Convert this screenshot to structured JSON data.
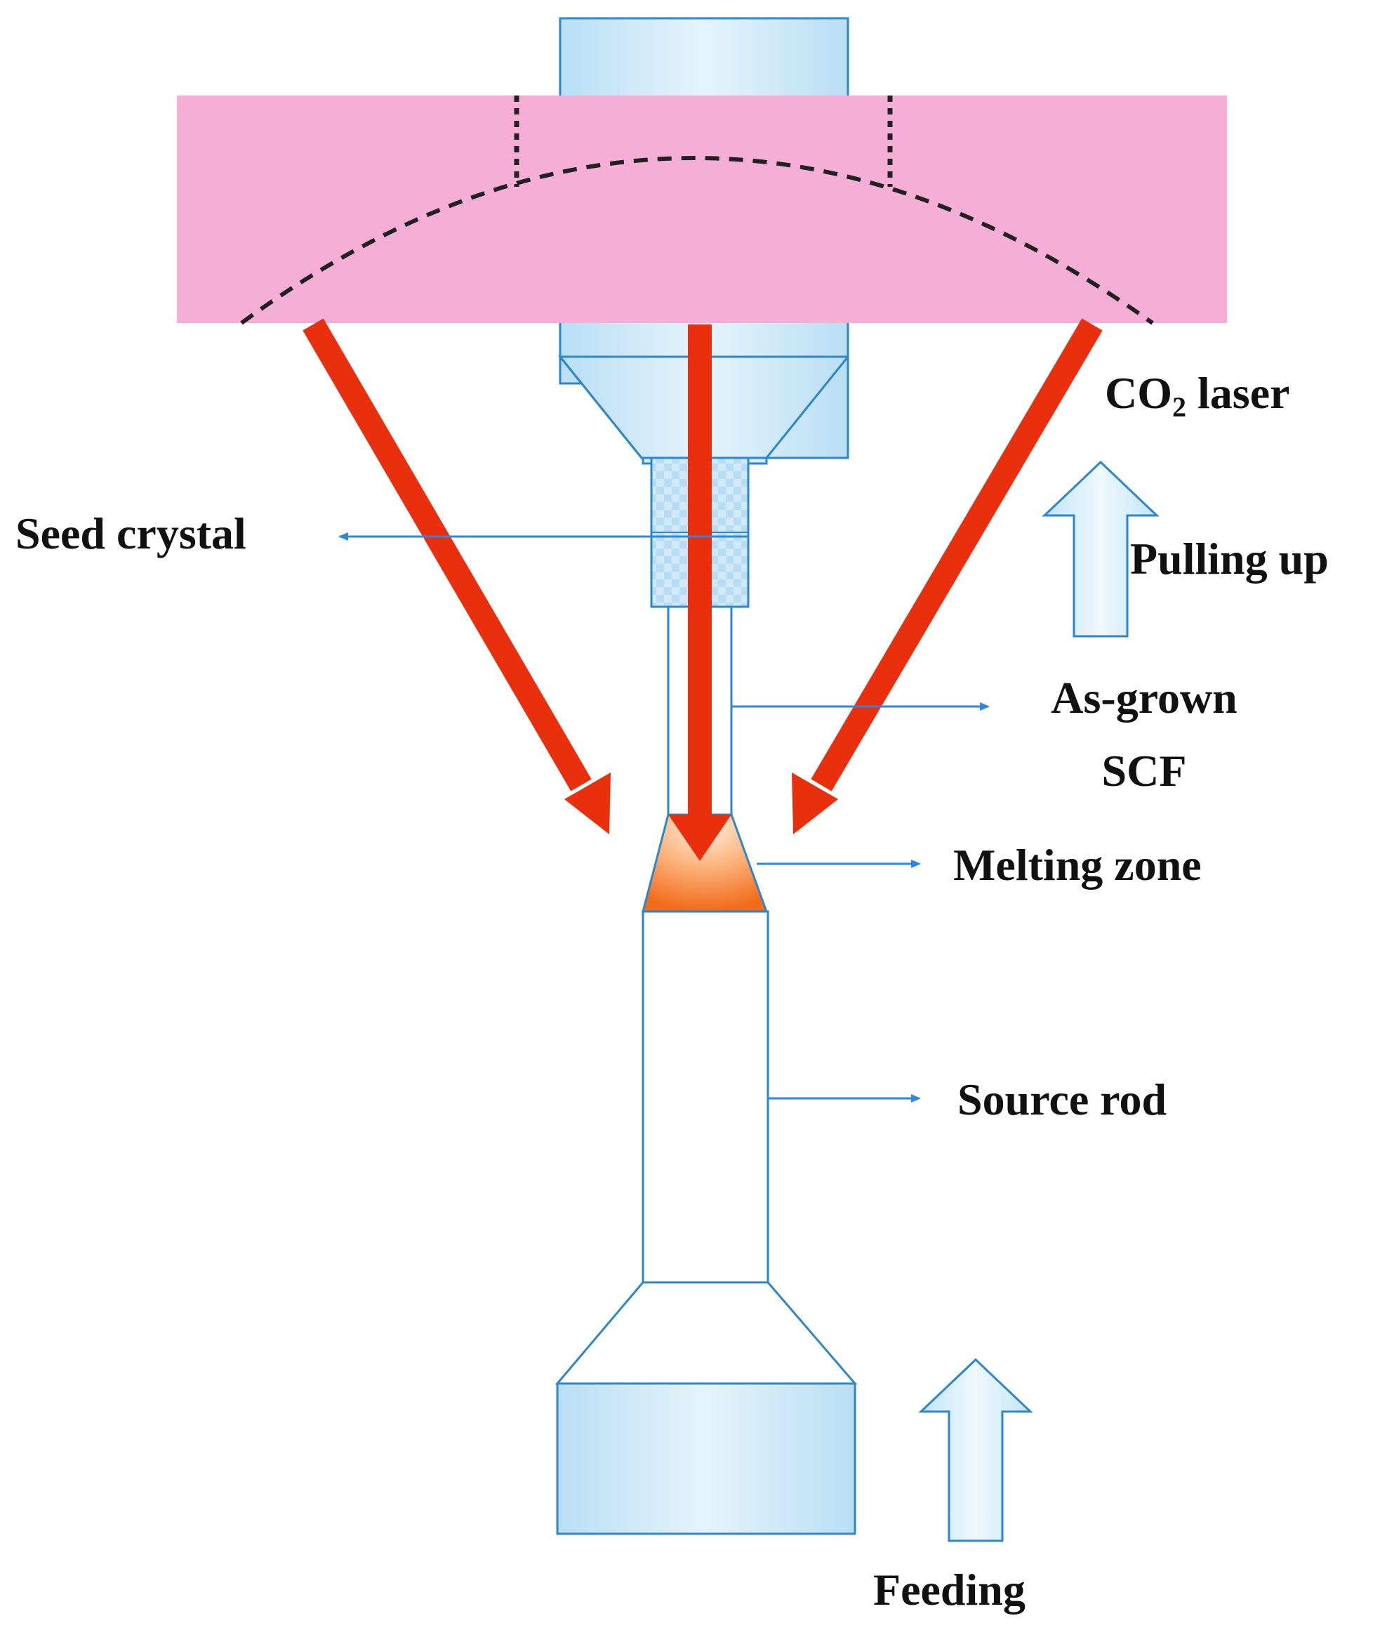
{
  "labels": {
    "co2_laser_main": "CO",
    "co2_laser_sub": "2",
    "co2_laser_rest": " laser",
    "pulling_up": "Pulling up",
    "seed_crystal": "Seed crystal",
    "as_grown_line1": "As-grown",
    "as_grown_line2": "SCF",
    "melting_zone": "Melting zone",
    "source_rod": "Source rod",
    "feeding": "Feeding"
  },
  "colors": {
    "mirror": "#f5aed6",
    "holder_fill": "#c8e8f8",
    "holder_stroke": "#2f86c8",
    "laser": "#e8300f",
    "melt_top": "#fde0c4",
    "melt_bottom": "#f26a1b",
    "pointer": "#2f86e0",
    "dash": "#222222"
  }
}
